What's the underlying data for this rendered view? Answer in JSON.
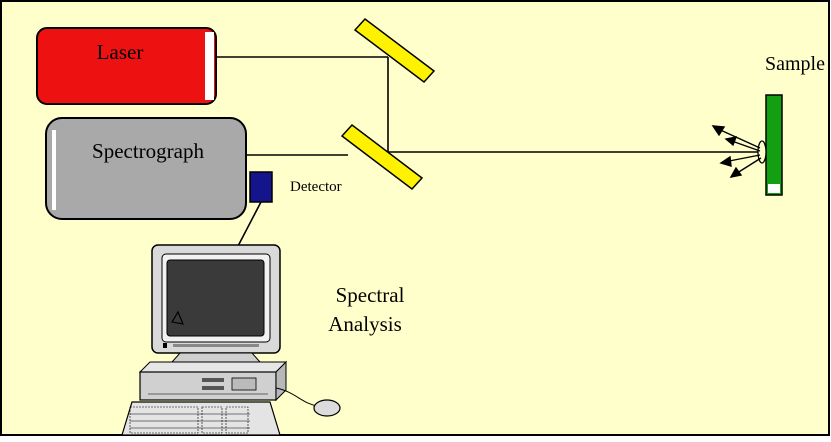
{
  "diagram": {
    "components": {
      "laser": {
        "label": "Laser"
      },
      "spectrograph": {
        "label": "Spectrograph"
      },
      "detector": {
        "label": "Detector"
      },
      "sample": {
        "label": "Sample"
      },
      "computer": {
        "label_line1": "Spectral",
        "label_line2": "Analysis"
      }
    },
    "colors": {
      "background": "#FFFFCC",
      "frame": "#000000",
      "laser": "#EE1111",
      "spectrograph": "#A9A9A9",
      "detector": "#14148C",
      "mirror": "#FFF200",
      "sample": "#12A012",
      "beam": "#000000"
    }
  }
}
